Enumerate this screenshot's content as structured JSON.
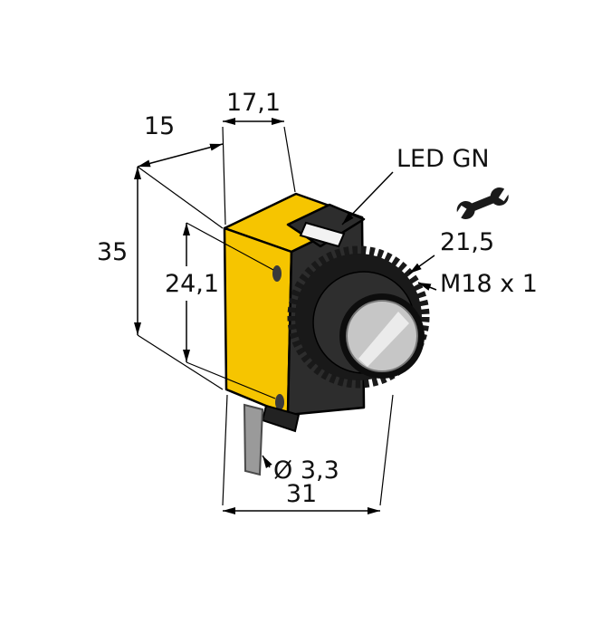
{
  "drawing": {
    "dimensions": {
      "top_depth": "17,1",
      "side_width": "15",
      "height": "35",
      "mount_hole_spacing": "24,1",
      "wrench_size": "21,5",
      "thread_spec": "M18 x 1",
      "cable_diameter": "Ø 3,3",
      "overall_depth": "31"
    },
    "labels": {
      "led": "LED GN"
    },
    "icons": {
      "wrench": "wrench-icon"
    },
    "colors": {
      "body": "#F6C500",
      "housing": "#2D2D2D",
      "barrel": "#191919",
      "lens": "#C6C6C6",
      "lens_highlight": "#EBEBEB",
      "cable": "#9A9A9A",
      "line": "#000000",
      "background": "#FFFFFF"
    }
  }
}
